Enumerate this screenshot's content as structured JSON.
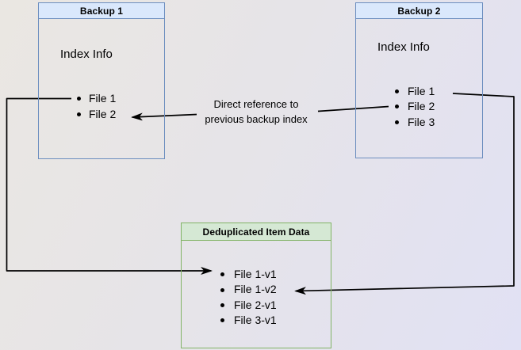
{
  "diagram": {
    "backup1": {
      "title": "Backup 1",
      "subtitle": "Index Info",
      "items": [
        "File 1",
        "File 2"
      ]
    },
    "backup2": {
      "title": "Backup 2",
      "subtitle": "Index Info",
      "items": [
        "File 1",
        "File 2",
        "File 3"
      ]
    },
    "dedup": {
      "title": "Deduplicated Item Data",
      "items": [
        "File 1-v1",
        "File 1-v2",
        "File 2-v1",
        "File 3-v1"
      ]
    },
    "annotation": {
      "text": "Direct reference to\nprevious backup index"
    },
    "colors": {
      "blue_header_fill": "#dae8fc",
      "blue_border": "#6c8ebf",
      "green_header_fill": "#d5e8d4",
      "green_border": "#82b366",
      "arrow": "#000000",
      "text": "#000000"
    }
  }
}
